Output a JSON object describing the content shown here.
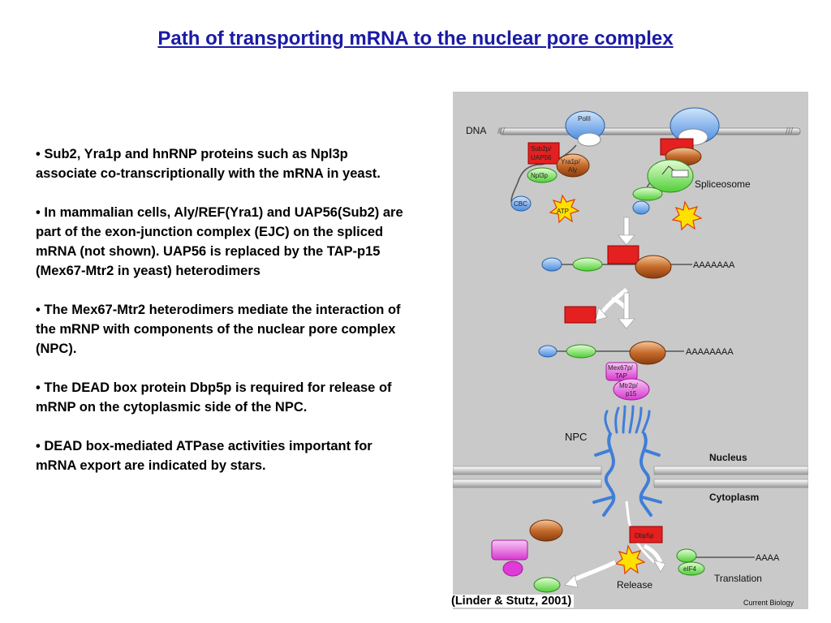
{
  "title": "Path of transporting mRNA to the nuclear pore complex",
  "bullets": [
    "• Sub2, Yra1p and hnRNP proteins such as Npl3p associate co-transcriptionally with the mRNA in yeast.",
    "• In mammalian cells, Aly/REF(Yra1) and UAP56(Sub2) are part of the exon-junction complex (EJC) on the spliced mRNA (not shown). UAP56 is replaced by the TAP-p15 (Mex67-Mtr2 in  yeast) heterodimers",
    "• The Mex67-Mtr2 heterodimers mediate the interaction of the mRNP with components of the nuclear pore complex (NPC).",
    "• The DEAD box protein Dbp5p is required for release of mRNP on the cytoplasmic side of the NPC.",
    "• DEAD box-mediated ATPase activities important for mRNA export are indicated by stars."
  ],
  "figure": {
    "dna": "DNA",
    "polii": "PolII",
    "sub2p": "Sub2p/",
    "uap56": "UAP56",
    "yra1p": "Yra1p/",
    "aly": "Aly",
    "npl3p": "Npl3p",
    "cbc": "CBC",
    "atp": "ATP",
    "spliceosome": "Spliceosome",
    "polya1": "AAAAAAA",
    "polya2": "AAAAAAAA",
    "mex67p": "Mex67p/",
    "tap": "TAP",
    "mtr2p": "Mtr2p/",
    "p15": "p15",
    "npc": "NPC",
    "nucleus": "Nucleus",
    "cytoplasm": "Cytoplasm",
    "dbp5p": "Dbp5p",
    "release": "Release",
    "polya3": "AAAA",
    "eif4": "eIF4",
    "translation": "Translation",
    "journal": "Current Biology"
  },
  "citation": "(Linder & Stutz, 2001)"
}
